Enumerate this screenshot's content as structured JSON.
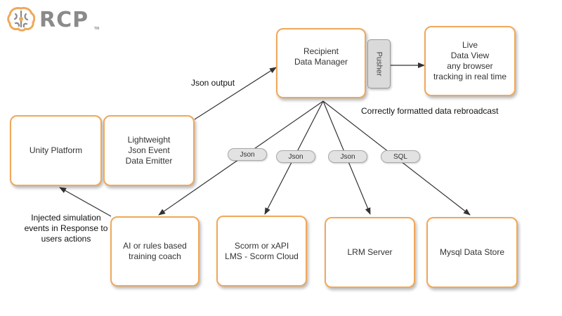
{
  "brand": {
    "name": "RCP",
    "trademark": "TM"
  },
  "nodes": {
    "unity": "Unity Platform",
    "emitter": "Lightweight\nJson Event\nData Emitter",
    "manager": "Recipient\nData Manager",
    "live": "Live\nData View\nany browser\ntracking in real time",
    "coach": "AI or rules based\ntraining coach",
    "lms": "Scorm or xAPI\nLMS - Scorm Cloud",
    "lrm": "LRM Server",
    "mysql": "Mysql Data Store"
  },
  "pusher": "Pusher",
  "edge_labels": {
    "json_1": "Json",
    "json_2": "Json",
    "json_3": "Json",
    "sql": "SQL"
  },
  "annotations": {
    "json_output": "Json output",
    "rebroadcast": "Correctly formatted data rebroadcast",
    "injected": "Injected simulation\nevents in Response to\nusers actions"
  },
  "colors": {
    "node_border": "#f0a85a",
    "logo_accent": "#f0a85a",
    "logo_text": "#8a8a8a",
    "arrow": "#333333",
    "pill_fill": "#e2e2e2"
  }
}
